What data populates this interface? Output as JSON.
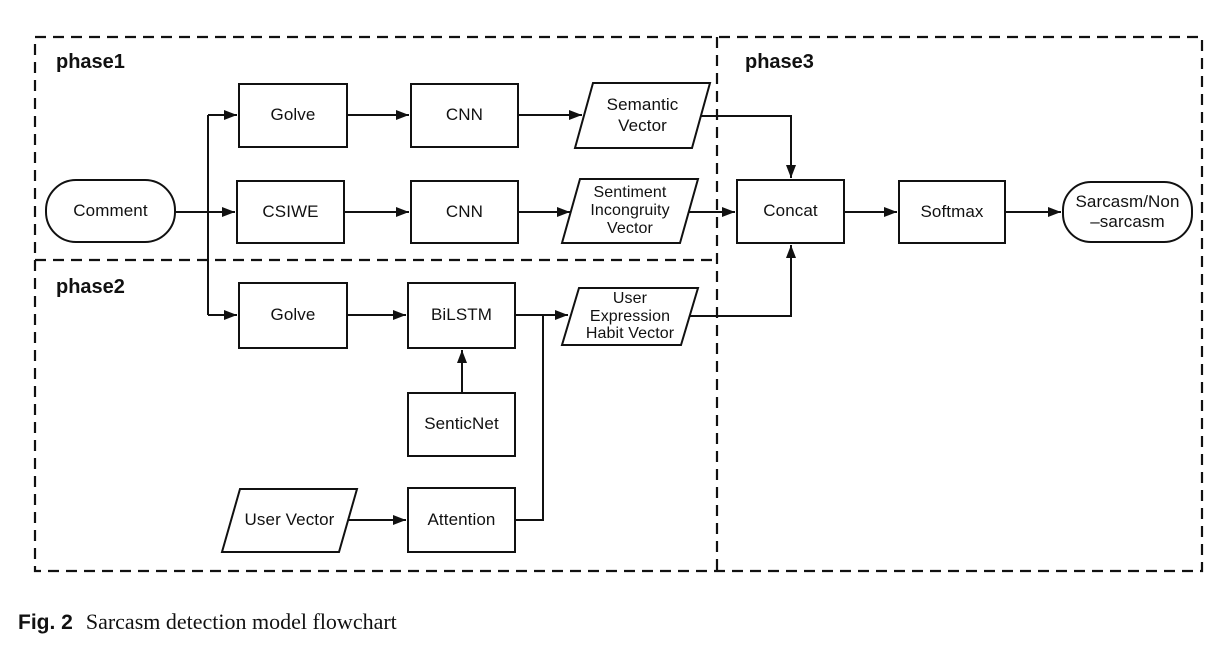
{
  "figure": {
    "caption_label": "Fig. 2",
    "caption_text": "Sarcasm detection model flowchart"
  },
  "phases": [
    {
      "label": "phase1"
    },
    {
      "label": "phase2"
    },
    {
      "label": "phase3"
    }
  ],
  "nodes": {
    "comment": {
      "shape": "terminator",
      "label": "Comment"
    },
    "golve1": {
      "shape": "process",
      "label": "Golve"
    },
    "cnn1": {
      "shape": "process",
      "label": "CNN"
    },
    "semantic_vector": {
      "shape": "data",
      "line1": "Semantic",
      "line2": "Vector"
    },
    "csiwe": {
      "shape": "process",
      "label": "CSIWE"
    },
    "cnn2": {
      "shape": "process",
      "label": "CNN"
    },
    "sentiment_vector": {
      "shape": "data",
      "line1": "Sentiment",
      "line2": "Incongruity",
      "line3": "Vector"
    },
    "golve2": {
      "shape": "process",
      "label": "Golve"
    },
    "bilstm": {
      "shape": "process",
      "label": "BiLSTM"
    },
    "senticnet": {
      "shape": "process",
      "label": "SenticNet"
    },
    "user_vector": {
      "shape": "data",
      "label": "User Vector"
    },
    "attention": {
      "shape": "process",
      "label": "Attention"
    },
    "ueh_vector": {
      "shape": "data",
      "line1": "User",
      "line2": "Expression",
      "line3": "Habit Vector"
    },
    "concat": {
      "shape": "process",
      "label": "Concat"
    },
    "softmax": {
      "shape": "process",
      "label": "Softmax"
    },
    "output": {
      "shape": "terminator",
      "line1": "Sarcasm/Non",
      "line2": "–sarcasm"
    }
  },
  "edges": [
    {
      "from": "comment",
      "to": "csiwe"
    },
    {
      "from": "comment",
      "to": "golve1"
    },
    {
      "from": "comment",
      "to": "golve2"
    },
    {
      "from": "golve1",
      "to": "cnn1"
    },
    {
      "from": "cnn1",
      "to": "semantic_vector"
    },
    {
      "from": "csiwe",
      "to": "cnn2"
    },
    {
      "from": "cnn2",
      "to": "sentiment_vector"
    },
    {
      "from": "semantic_vector",
      "to": "concat"
    },
    {
      "from": "sentiment_vector",
      "to": "concat"
    },
    {
      "from": "golve2",
      "to": "bilstm"
    },
    {
      "from": "senticnet",
      "to": "bilstm"
    },
    {
      "from": "bilstm",
      "to": "ueh_vector"
    },
    {
      "from": "user_vector",
      "to": "attention"
    },
    {
      "from": "attention",
      "to": "ueh_vector"
    },
    {
      "from": "ueh_vector",
      "to": "concat"
    },
    {
      "from": "concat",
      "to": "softmax"
    },
    {
      "from": "softmax",
      "to": "output"
    }
  ],
  "colors": {
    "stroke": "#111111",
    "background": "#ffffff"
  }
}
